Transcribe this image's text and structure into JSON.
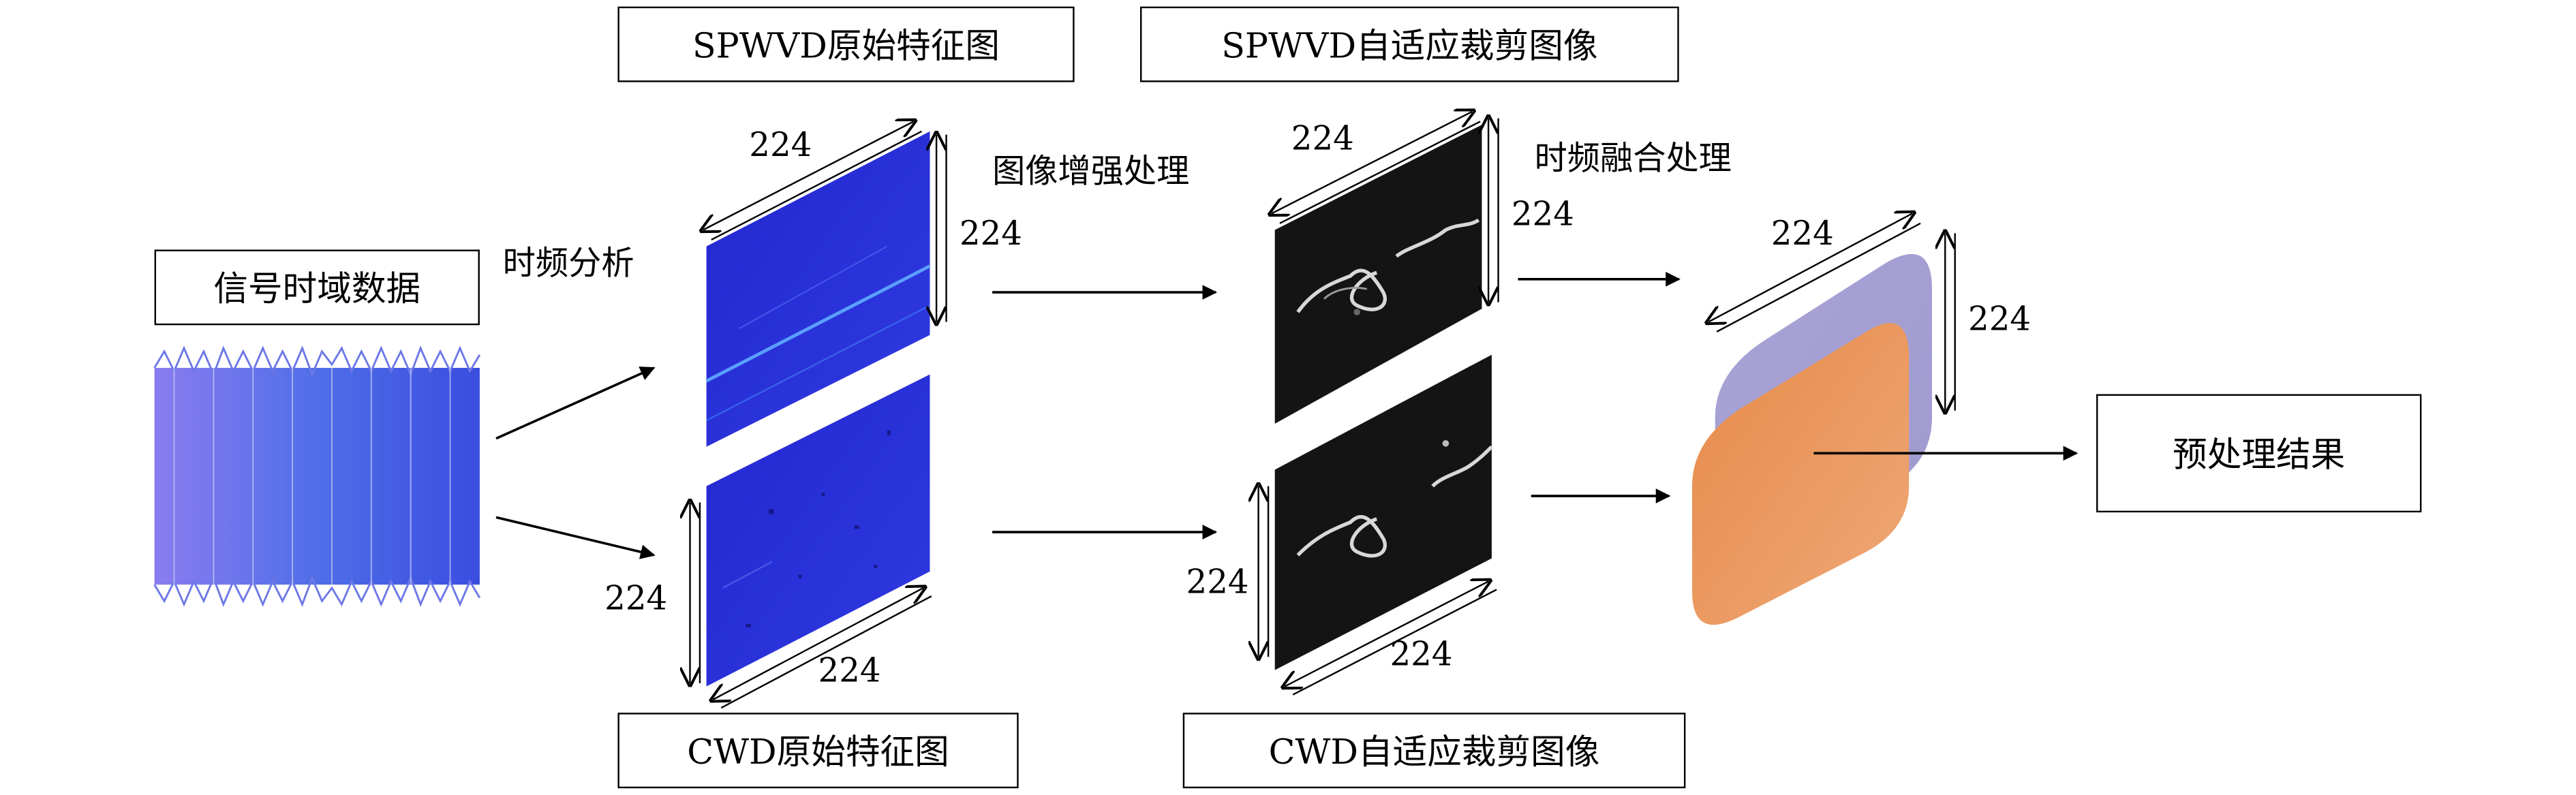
{
  "boxes": {
    "signal_time_data": "信号时域数据",
    "spwvd_original": "SPWVD原始特征图",
    "spwvd_cropped": "SPWVD自适应裁剪图像",
    "cwd_original": "CWD原始特征图",
    "cwd_cropped": "CWD自适应裁剪图像",
    "result": "预处理结果"
  },
  "steps": {
    "time_freq_analysis": "时频分析",
    "image_enhancement": "图像增强处理",
    "time_freq_fusion": "时频融合处理"
  },
  "dimensions": {
    "spwvd_orig_width": "224",
    "spwvd_orig_height": "224",
    "cwd_orig_height": "224",
    "cwd_orig_width": "224",
    "spwvd_crop_width": "224",
    "spwvd_crop_height": "224",
    "cwd_crop_height": "224",
    "cwd_crop_width": "224",
    "fused_width": "224",
    "fused_height": "224"
  },
  "colors": {
    "signal_fill": "#5b6ef0",
    "spectrogram_blue": "#2a2fd6",
    "cropped_black": "#141414",
    "fused_back": "#a8a3d4",
    "fused_front": "#e8965a"
  }
}
